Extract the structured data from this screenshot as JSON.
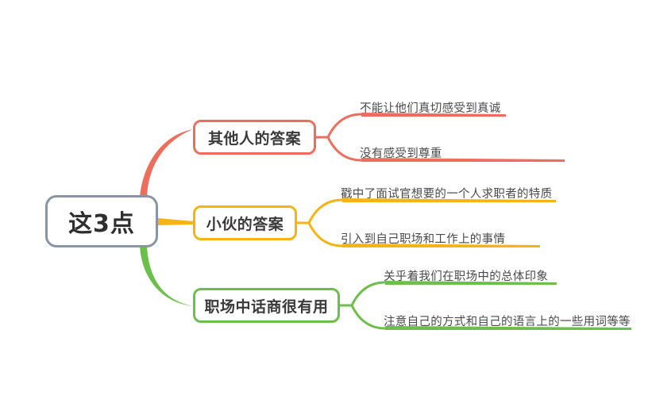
{
  "mindmap": {
    "root": {
      "label": "这3点",
      "border_color": "#8b94a3"
    },
    "branches": [
      {
        "label": "其他人的答案",
        "color": "#ee6e5e",
        "leaves": [
          {
            "label": "不能让他们真切感受到真诚"
          },
          {
            "label": "没有感受到尊重"
          }
        ]
      },
      {
        "label": "小伙的答案",
        "color": "#f5b314",
        "leaves": [
          {
            "label": "戳中了面试官想要的一个人求职者的特质"
          },
          {
            "label": "引入到自己职场和工作上的事情"
          }
        ]
      },
      {
        "label": "职场中话商很有用",
        "color": "#6cbf4b",
        "leaves": [
          {
            "label": "关乎着我们在职场中的总体印象"
          },
          {
            "label": "注意自己的方式和自己的语言上的一些用词等等"
          }
        ]
      }
    ]
  }
}
